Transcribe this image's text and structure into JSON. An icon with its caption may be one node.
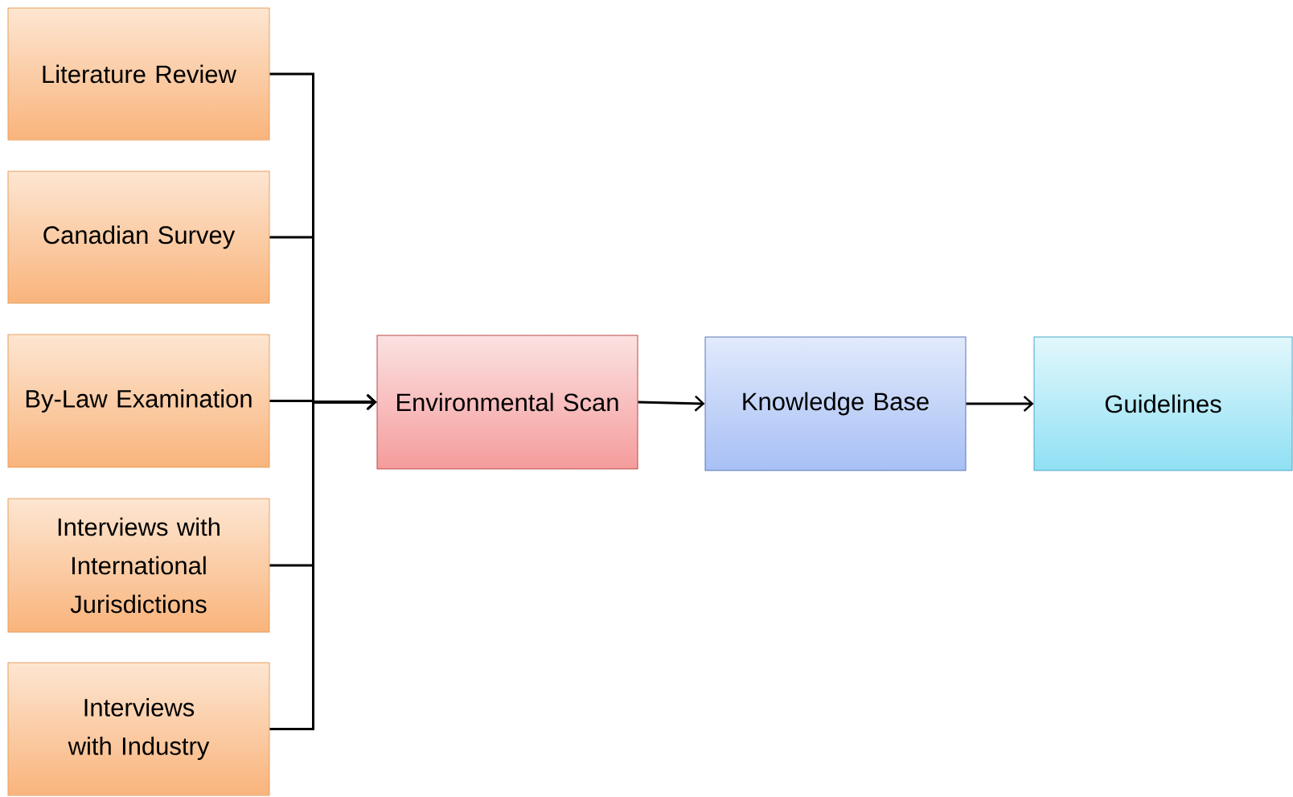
{
  "diagram": {
    "nodes": [
      {
        "text": [
          "Literature Review"
        ]
      },
      {
        "text": [
          "Canadian Survey"
        ]
      },
      {
        "text": [
          "By-Law Examination"
        ]
      },
      {
        "text": [
          "Interviews with International Jurisdictions"
        ]
      },
      {
        "text": [
          "Interviews with Industry"
        ]
      },
      {
        "text": [
          "Environmental Scan"
        ]
      },
      {
        "text": [
          "Knowledge Base"
        ]
      },
      {
        "text": [
          "Guidelines"
        ]
      }
    ],
    "edges": [
      {
        "from": 0,
        "to": 5,
        "arrow": "to"
      },
      {
        "from": 1,
        "to": 5,
        "arrow": "to"
      },
      {
        "from": 2,
        "to": 5,
        "arrow": "to"
      },
      {
        "from": 3,
        "to": 5,
        "arrow": "to"
      },
      {
        "from": 4,
        "to": 5,
        "arrow": "to"
      },
      {
        "from": 5,
        "to": 6,
        "arrow": "to"
      },
      {
        "from": 6,
        "to": 7,
        "arrow": "to"
      }
    ]
  }
}
